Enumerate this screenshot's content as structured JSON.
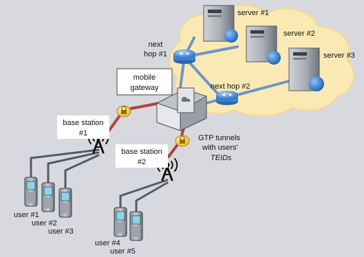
{
  "labels": {
    "server_1": "server #1",
    "server_2": "server #2",
    "server_3": "server #3",
    "next_hop_1_line1": "next",
    "next_hop_1_line2": "hop #1",
    "next_hop_2": "next hop #2",
    "mobile_gateway_line1": "mobile",
    "mobile_gateway_line2": "gateway",
    "base_station_1_line1": "base station",
    "base_station_1_line2": "#1",
    "base_station_2_line1": "base station",
    "base_station_2_line2": "#2",
    "gtp_line1": "GTP tunnels",
    "gtp_line2": "with users'",
    "gtp_line3": "TEIDs",
    "user_1": "user #1",
    "user_2": "user #2",
    "user_3": "user #3",
    "user_4": "user #4",
    "user_5": "user #5"
  },
  "colors": {
    "background": "#d7d9df",
    "cloud": "#fbe9b4",
    "cloud_outline": "#7fa3d0",
    "core_link": "#6f93c9",
    "gtp_tunnel": "#b5403a",
    "access_link": "#5a5a5a",
    "lock_badge": "#f2c94c",
    "router": "#4a8fd6",
    "server_globe": "#2f7fd0"
  },
  "icons": {
    "server": "server-icon",
    "router": "router-icon",
    "gateway": "gateway-icon",
    "antenna": "antenna-icon",
    "phone": "phone-icon",
    "lock": "lock-icon"
  }
}
